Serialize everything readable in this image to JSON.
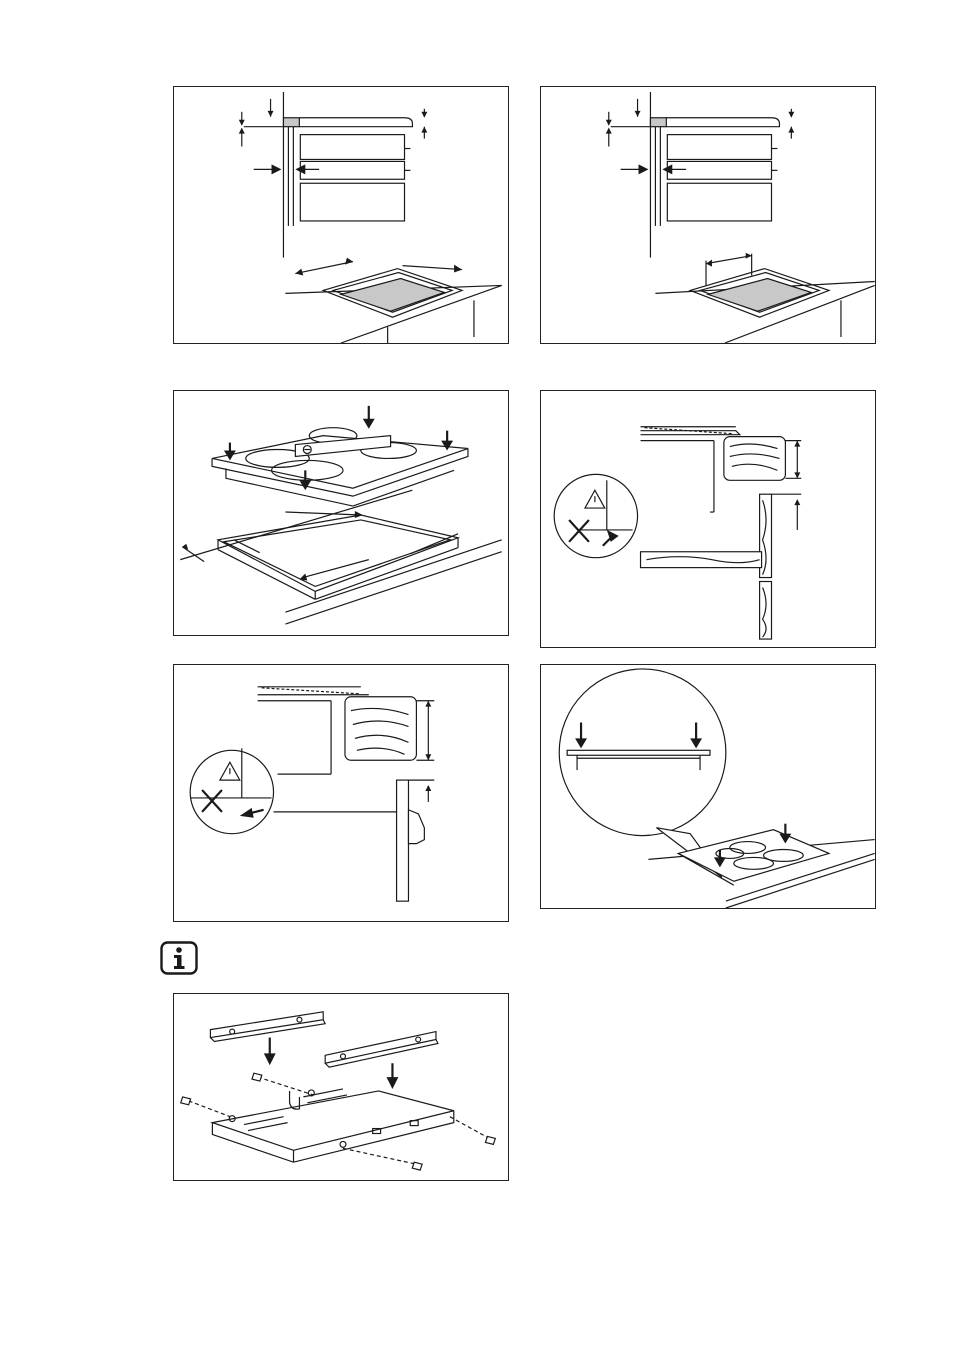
{
  "document": {
    "figures": [
      {
        "id": "fig-cutout-front",
        "icon": "hob-cutout-dimensions-diagram"
      },
      {
        "id": "fig-cutout-side",
        "icon": "hob-cutout-side-diagram"
      },
      {
        "id": "fig-hob-into-cutout",
        "icon": "hob-installation-diagram"
      },
      {
        "id": "fig-hob-wall-clearance",
        "icon": "warning-clearance-diagram"
      },
      {
        "id": "fig-hob-drawer-clearance",
        "icon": "warning-drawer-diagram"
      },
      {
        "id": "fig-hob-press-down",
        "icon": "press-down-diagram"
      },
      {
        "id": "fig-mounting-brackets",
        "icon": "bracket-assembly-diagram"
      }
    ],
    "info_icon": "info-icon"
  }
}
